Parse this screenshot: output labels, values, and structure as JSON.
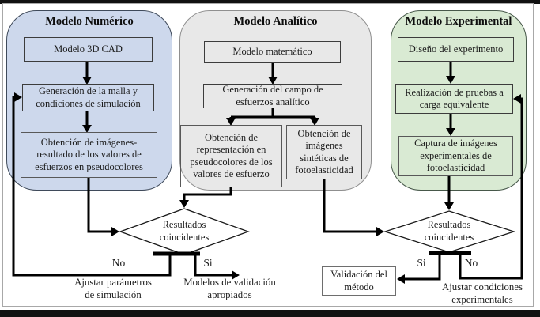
{
  "flowchart": {
    "numeric_model": {
      "title": "Modelo Numérico",
      "step1": "Modelo 3D CAD",
      "step2": "Generación de la malla y condiciones de simulación",
      "step3": "Obtención de imágenes-resultado de los valores de esfuerzos en pseudocolores",
      "decision": "Resultados coincidentes",
      "no_label": "No",
      "si_label": "Si",
      "no_action": "Ajustar parámetros de simulación",
      "si_result": "Modelos de validación apropiados"
    },
    "analytic_model": {
      "title": "Modelo Analítico",
      "step1": "Modelo matemático",
      "step2": "Generación del campo de esfuerzos analítico",
      "step3a": "Obtención de representación en pseudocolores de los valores de esfuerzo",
      "step3b": "Obtención de imágenes sintéticas de fotoelasticidad"
    },
    "experimental_model": {
      "title": "Modelo Experimental",
      "step1": "Diseño del experimento",
      "step2": "Realización de pruebas a carga equivalente",
      "step3": "Captura de imágenes experimentales de fotoelasticidad",
      "decision": "Resultados coincidentes",
      "si_label": "Si",
      "no_label": "No",
      "si_result": "Validación del método",
      "no_action": "Ajustar condiciones experimentales"
    },
    "colors": {
      "numeric_bg": "#cdd8ec",
      "analytic_bg": "#e8e8e8",
      "experimental_bg": "#d9ead3",
      "connector": "#000000"
    }
  }
}
